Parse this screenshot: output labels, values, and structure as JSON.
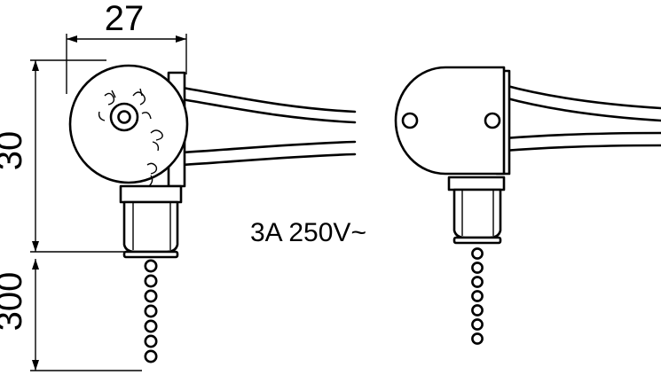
{
  "dimensions": {
    "width_label": "27",
    "height_label": "30",
    "chain_label": "300"
  },
  "rating": "3A 250V~",
  "colors": {
    "ink": "#000000",
    "paper": "#ffffff"
  }
}
